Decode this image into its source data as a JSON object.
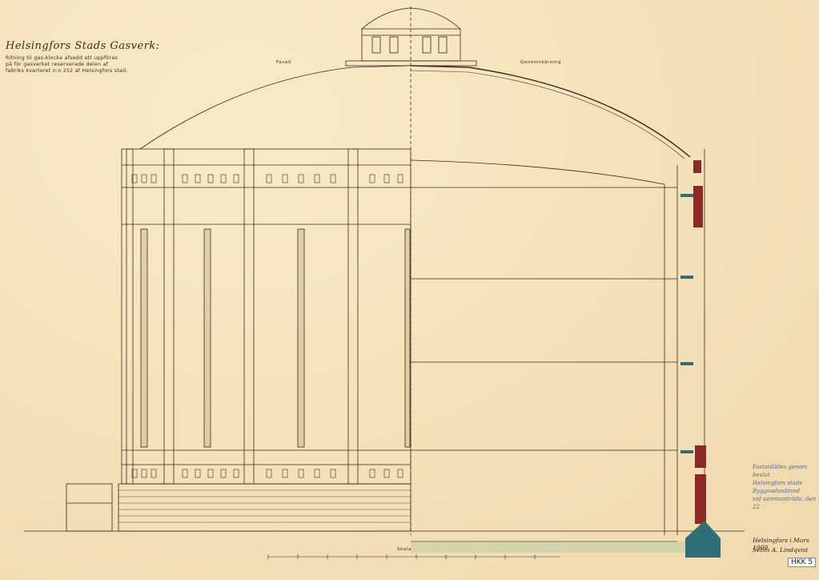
{
  "title_block": {
    "title": "Helsingfors Stads Gasverk:",
    "line1": "Ritning til gas-klocka afsedd att uppföras",
    "line2": "på för gasverket reserverade delen af",
    "line3": "fabriks kvarteret n:o 252 af Helsingfors stad."
  },
  "labels": {
    "fasad": "Fasad",
    "genomskarning": "Genomskärning",
    "skala": "Skala"
  },
  "stamp": {
    "line1": "Fastställdes genom beslut",
    "line2": "Helsingfors stads Byggnadsnämnd",
    "line3": "vid sammanträde, den 22"
  },
  "signature": {
    "place_date": "Helsingfors i Mars 1909",
    "name": "Selim A. Lindqvist"
  },
  "reference": "HKK 5",
  "colors": {
    "paper": "#f3dfb4",
    "ink": "#3a2a1c",
    "brick": "#8b2a26",
    "steel": "#2f6f78",
    "stamp_ink": "#5666a8"
  }
}
